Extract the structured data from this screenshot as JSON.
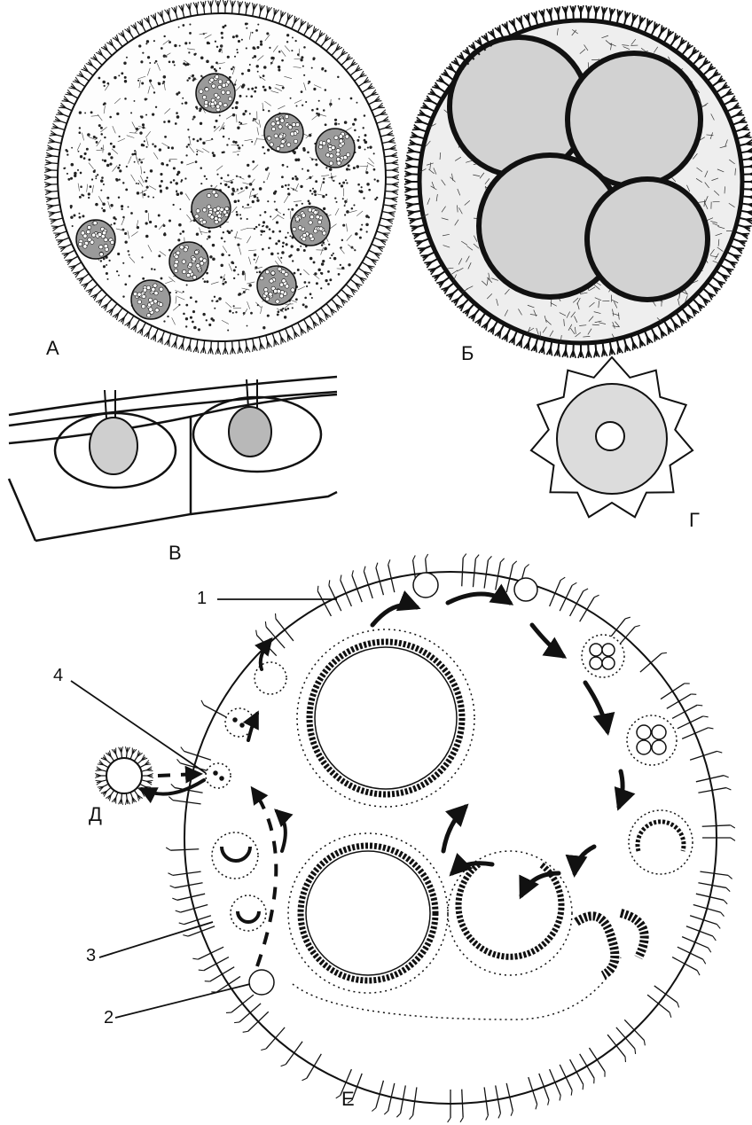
{
  "panels": {
    "a": "А",
    "b": "Б",
    "v": "В",
    "g": "Г",
    "d": "Д",
    "e": "Е"
  },
  "callouts": [
    "1",
    "2",
    "3",
    "4"
  ],
  "colors": {
    "ink": "#111111",
    "paper": "#ffffff"
  },
  "icons": {
    "flagella": "double-line-flagellum",
    "cycle_arrow": "curved-filled-arrow",
    "dashed_arrow": "dashed-arrow"
  }
}
